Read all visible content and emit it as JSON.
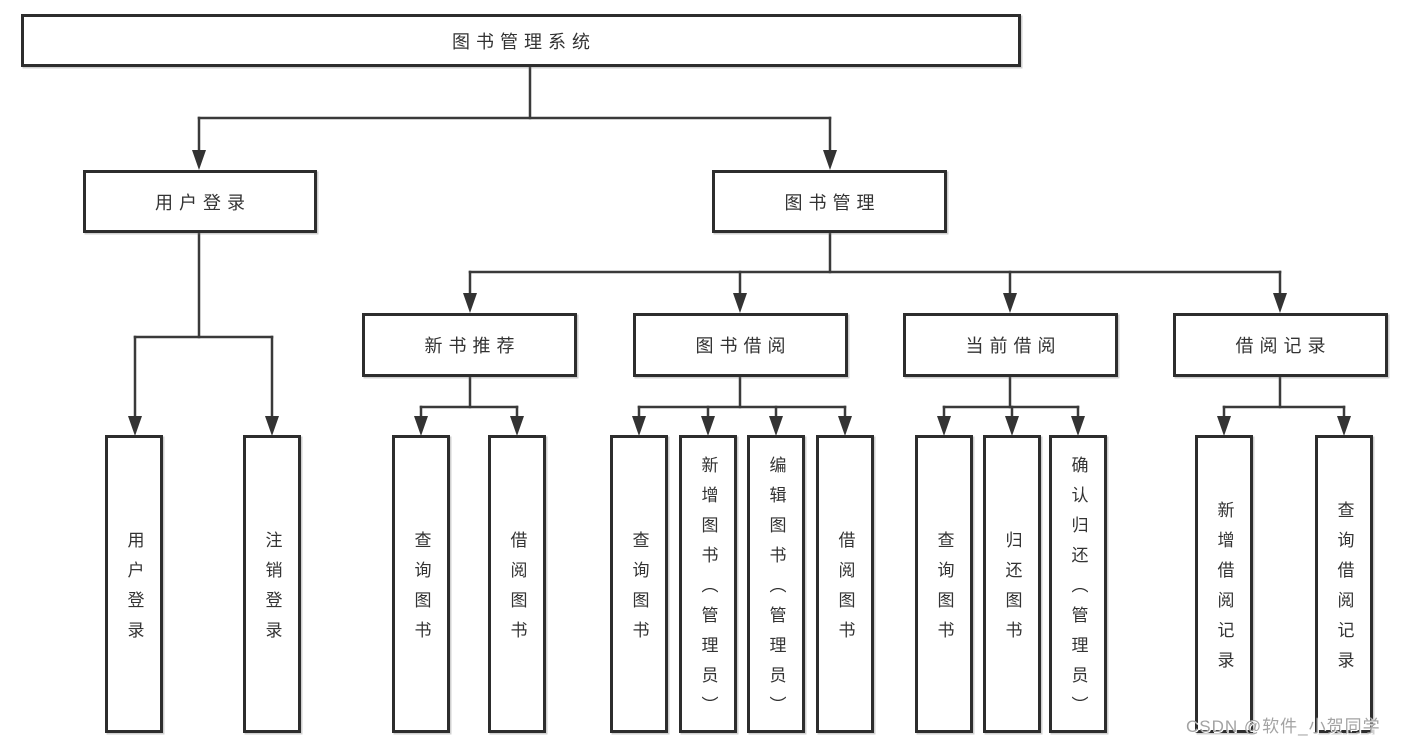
{
  "tree": {
    "root": {
      "label": "图书管理系统"
    },
    "branches": [
      {
        "label": "用户登录",
        "children": [
          {
            "label": "用户登录"
          },
          {
            "label": "注销登录"
          }
        ]
      },
      {
        "label": "图书管理",
        "groups": [
          {
            "label": "新书推荐",
            "children": [
              {
                "label": "查询图书"
              },
              {
                "label": "借阅图书"
              }
            ]
          },
          {
            "label": "图书借阅",
            "children": [
              {
                "label": "查询图书"
              },
              {
                "label": "新增图书（管理员）"
              },
              {
                "label": "编辑图书（管理员）"
              },
              {
                "label": "借阅图书"
              }
            ]
          },
          {
            "label": "当前借阅",
            "children": [
              {
                "label": "查询图书"
              },
              {
                "label": "归还图书"
              },
              {
                "label": "确认归还（管理员）"
              }
            ]
          },
          {
            "label": "借阅记录",
            "children": [
              {
                "label": "新增借阅记录"
              },
              {
                "label": "查询借阅记录"
              }
            ]
          }
        ]
      }
    ]
  },
  "watermark": {
    "text": "CSDN @软件_小贺同学"
  },
  "colors": {
    "line": "#3a3a3a",
    "box_border": "#2d2d2d",
    "text": "#333333",
    "watermark": "#a3a3a3",
    "background": "#ffffff"
  }
}
